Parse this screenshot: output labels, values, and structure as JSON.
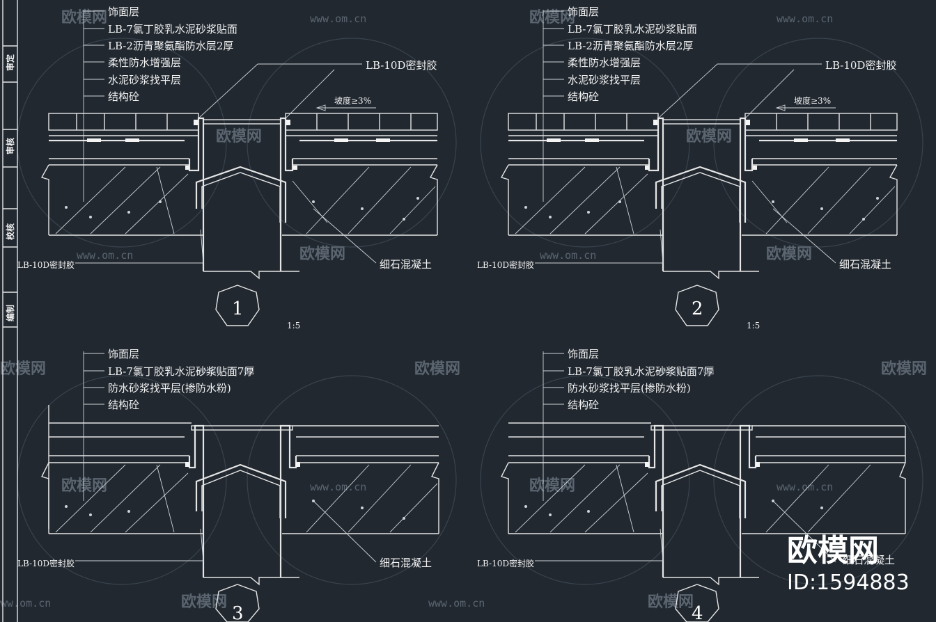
{
  "colors": {
    "background": "#212830",
    "line": "#e6e6e6",
    "text": "#f2f2f2",
    "watermark": "#5b6570"
  },
  "sidebar": {
    "stamps": [
      "审定",
      "审核",
      "校核",
      "编制"
    ]
  },
  "details": [
    {
      "number": "1",
      "scale": "1:5",
      "layers": [
        "饰面层",
        "LB-7氯丁胶乳水泥砂浆贴面",
        "LB-2沥青聚氨酯防水层2厚",
        "柔性防水增强层",
        "水泥砂浆找平层",
        "结构砼"
      ],
      "sealant_top": "LB-10D密封胶",
      "slope": "坡度≥3%",
      "sealant_bottom": "LB-10D密封胶",
      "concrete": "细石混凝土"
    },
    {
      "number": "2",
      "scale": "1:5",
      "layers": [
        "饰面层",
        "LB-7氯丁胶乳水泥砂浆贴面",
        "LB-2沥青聚氨酯防水层2厚",
        "柔性防水增强层",
        "水泥砂浆找平层",
        "结构砼"
      ],
      "sealant_top": "LB-10D密封胶",
      "slope": "坡度≥3%",
      "sealant_bottom": "LB-10D密封胶",
      "concrete": "细石混凝土"
    },
    {
      "number": "3",
      "layers": [
        "饰面层",
        "LB-7氯丁胶乳水泥砂浆贴面7厚",
        "防水砂浆找平层(掺防水粉)",
        "结构砼"
      ],
      "sealant_bottom": "LB-10D密封胶",
      "concrete": "细石混凝土"
    },
    {
      "number": "4",
      "layers": [
        "饰面层",
        "LB-7氯丁胶乳水泥砂浆贴面7厚",
        "防水砂浆找平层(掺防水粉)",
        "结构砼"
      ],
      "sealant_bottom": "LB-10D密封胶",
      "concrete": "细石混凝土"
    }
  ],
  "watermark": {
    "brand": "欧模网",
    "url": "www.om.cn"
  },
  "branding": {
    "name": "欧模网",
    "id": "ID:1594883"
  }
}
